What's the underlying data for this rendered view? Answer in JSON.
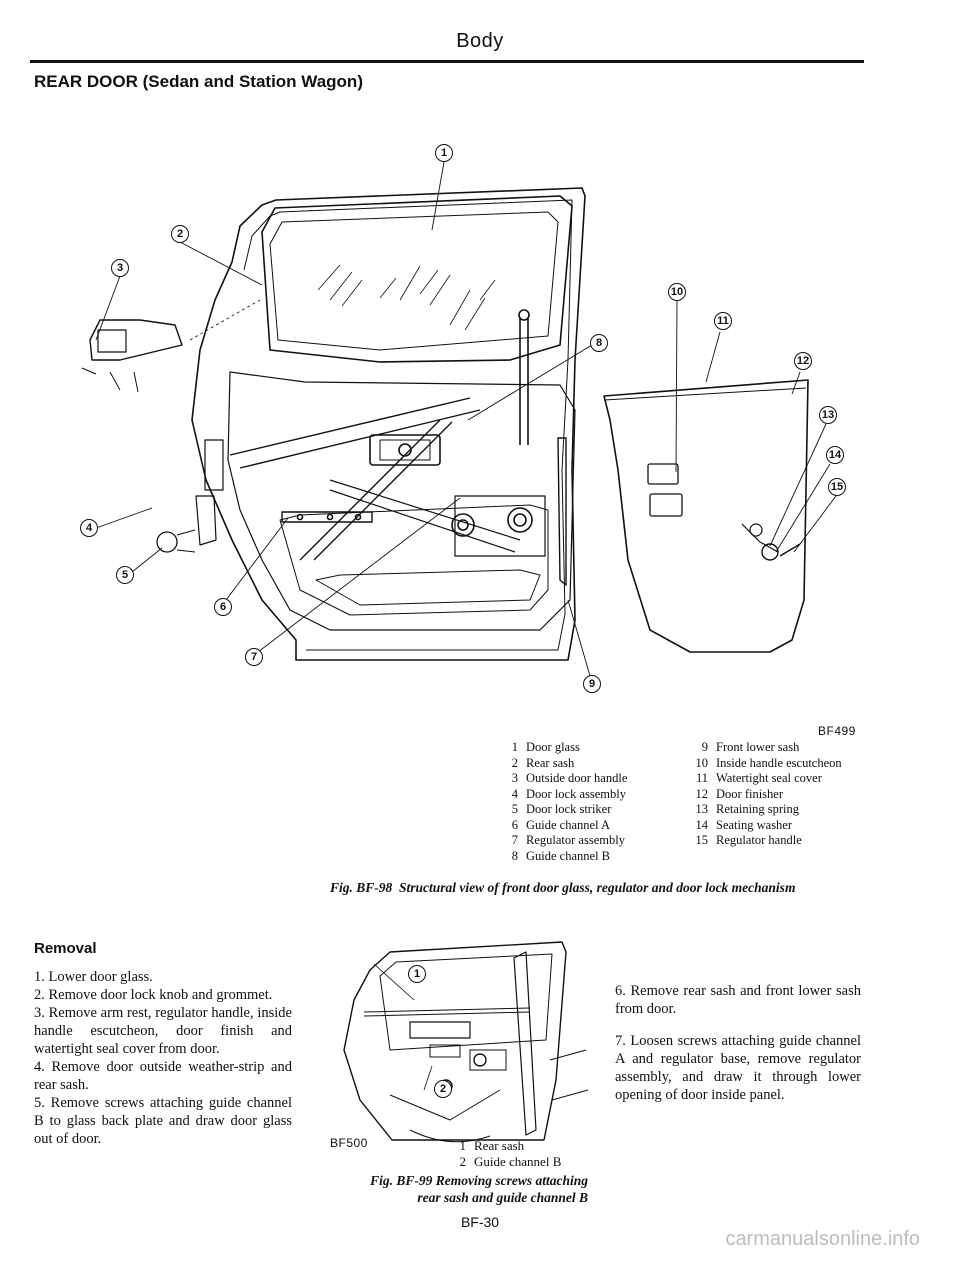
{
  "header": {
    "title": "Body"
  },
  "section_heading": "REAR DOOR (Sedan and Station Wagon)",
  "figure1": {
    "code": "BF499",
    "callouts": [
      "1",
      "2",
      "3",
      "4",
      "5",
      "6",
      "7",
      "8",
      "9",
      "10",
      "11",
      "12",
      "13",
      "14",
      "15"
    ],
    "legend_left": [
      {
        "num": "1",
        "text": "Door glass"
      },
      {
        "num": "2",
        "text": "Rear sash"
      },
      {
        "num": "3",
        "text": "Outside door handle"
      },
      {
        "num": "4",
        "text": "Door lock assembly"
      },
      {
        "num": "5",
        "text": "Door lock striker"
      },
      {
        "num": "6",
        "text": "Guide channel A"
      },
      {
        "num": "7",
        "text": "Regulator assembly"
      },
      {
        "num": "8",
        "text": "Guide channel B"
      }
    ],
    "legend_right": [
      {
        "num": "9",
        "text": "Front lower sash"
      },
      {
        "num": "10",
        "text": "Inside handle escutcheon"
      },
      {
        "num": "11",
        "text": "Watertight seal cover"
      },
      {
        "num": "12",
        "text": "Door finisher"
      },
      {
        "num": "13",
        "text": "Retaining spring"
      },
      {
        "num": "14",
        "text": "Seating washer"
      },
      {
        "num": "15",
        "text": "Regulator handle"
      }
    ],
    "caption_label": "Fig. BF-98",
    "caption_text": "Structural view of front door glass, regulator and door lock mechanism"
  },
  "removal": {
    "heading": "Removal",
    "steps": [
      "1. Lower door glass.",
      "2. Remove door lock knob and grommet.",
      "3. Remove arm rest, regulator handle, inside handle escutcheon, door finish and watertight seal cover from door.",
      "4. Remove door outside weather-strip and rear sash.",
      "5. Remove screws attaching guide channel B to glass back plate and draw door glass out of door."
    ]
  },
  "figure2": {
    "code": "BF500",
    "callouts": [
      "1",
      "2"
    ],
    "legend": [
      {
        "num": "1",
        "text": "Rear sash"
      },
      {
        "num": "2",
        "text": "Guide channel B"
      }
    ],
    "caption_label": "Fig. BF-99",
    "caption_line1": "Removing screws attaching",
    "caption_line2": "rear sash and guide channel B"
  },
  "right_steps": [
    "6. Remove rear sash and front lower sash from door.",
    "7. Loosen screws attaching guide channel A and regulator base, remove regulator assembly, and draw it through lower opening of door inside panel."
  ],
  "footer": {
    "page": "BF-30"
  },
  "watermark": "carmanualsonline.info"
}
